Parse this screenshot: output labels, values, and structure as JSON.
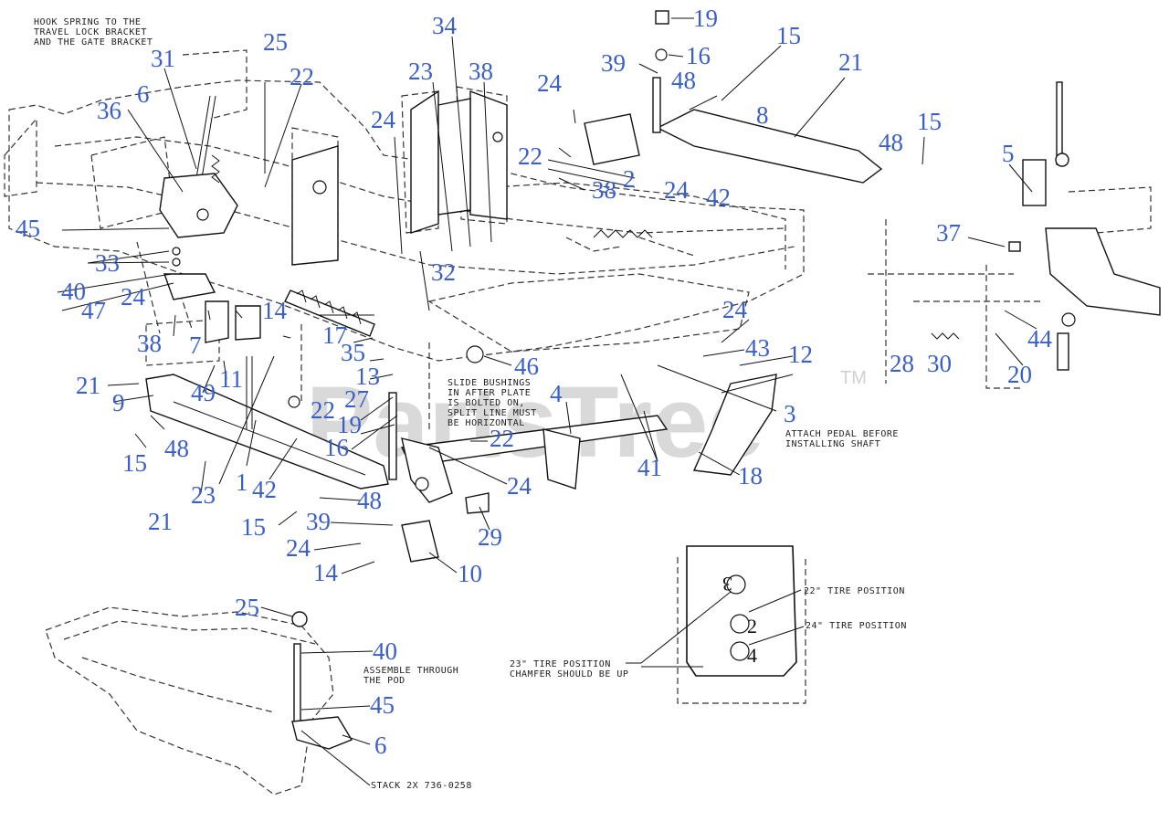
{
  "watermark": {
    "text": "PartsTree",
    "tm": "TM"
  },
  "notes": {
    "hook_spring_1": "HOOK SPRING TO THE",
    "hook_spring_2": "TRAVEL LOCK BRACKET",
    "hook_spring_3": "AND THE GATE BRACKET",
    "slide_1": "SLIDE BUSHINGS",
    "slide_2": "IN AFTER PLATE",
    "slide_3": "IS BOLTED ON,",
    "slide_4": "SPLIT LINE MUST",
    "slide_5": "BE HORIZONTAL",
    "attach_1": "ATTACH PEDAL BEFORE",
    "attach_2": "INSTALLING SHAFT",
    "assemble_1": "ASSEMBLE THROUGH",
    "assemble_2": "THE POD",
    "stack": "STACK 2X 736-0258",
    "tire_22": "22\" TIRE POSITION",
    "tire_24": "24\" TIRE POSITION",
    "tire_23_1": "23\" TIRE POSITION",
    "tire_23_2": "CHAMFER SHOULD BE UP",
    "hole_3": "3",
    "hole_2": "2",
    "hole_4": "4"
  },
  "callouts": [
    {
      "id": "c-19-top",
      "text": "19"
    },
    {
      "id": "c-34",
      "text": "34"
    },
    {
      "id": "c-25-top",
      "text": "25"
    },
    {
      "id": "c-31",
      "text": "31"
    },
    {
      "id": "c-22-a",
      "text": "22"
    },
    {
      "id": "c-23-a",
      "text": "23"
    },
    {
      "id": "c-38-a",
      "text": "38"
    },
    {
      "id": "c-39-a",
      "text": "39"
    },
    {
      "id": "c-16-a",
      "text": "16"
    },
    {
      "id": "c-15-a",
      "text": "15"
    },
    {
      "id": "c-21-a",
      "text": "21"
    },
    {
      "id": "c-6-a",
      "text": "6"
    },
    {
      "id": "c-36",
      "text": "36"
    },
    {
      "id": "c-24-a",
      "text": "24"
    },
    {
      "id": "c-48-a",
      "text": "48"
    },
    {
      "id": "c-24-b",
      "text": "24"
    },
    {
      "id": "c-8",
      "text": "8"
    },
    {
      "id": "c-15-b",
      "text": "15"
    },
    {
      "id": "c-48-b",
      "text": "48"
    },
    {
      "id": "c-22-b",
      "text": "22"
    },
    {
      "id": "c-2",
      "text": "2"
    },
    {
      "id": "c-38-b",
      "text": "38"
    },
    {
      "id": "c-24-c",
      "text": "24"
    },
    {
      "id": "c-42-a",
      "text": "42"
    },
    {
      "id": "c-5",
      "text": "5"
    },
    {
      "id": "c-45-a",
      "text": "45"
    },
    {
      "id": "c-37",
      "text": "37"
    },
    {
      "id": "c-33",
      "text": "33"
    },
    {
      "id": "c-32",
      "text": "32"
    },
    {
      "id": "c-40-a",
      "text": "40"
    },
    {
      "id": "c-24-d",
      "text": "24"
    },
    {
      "id": "c-47",
      "text": "47"
    },
    {
      "id": "c-44",
      "text": "44"
    },
    {
      "id": "c-14-a",
      "text": "14"
    },
    {
      "id": "c-38-c",
      "text": "38"
    },
    {
      "id": "c-7",
      "text": "7"
    },
    {
      "id": "c-17",
      "text": "17"
    },
    {
      "id": "c-24-e",
      "text": "24"
    },
    {
      "id": "c-43",
      "text": "43"
    },
    {
      "id": "c-35",
      "text": "35"
    },
    {
      "id": "c-12",
      "text": "12"
    },
    {
      "id": "c-28",
      "text": "28"
    },
    {
      "id": "c-30",
      "text": "30"
    },
    {
      "id": "c-20",
      "text": "20"
    },
    {
      "id": "c-21-b",
      "text": "21"
    },
    {
      "id": "c-49",
      "text": "49"
    },
    {
      "id": "c-11",
      "text": "11"
    },
    {
      "id": "c-13",
      "text": "13"
    },
    {
      "id": "c-27",
      "text": "27"
    },
    {
      "id": "c-46",
      "text": "46"
    },
    {
      "id": "c-9",
      "text": "9"
    },
    {
      "id": "c-22-c",
      "text": "22"
    },
    {
      "id": "c-4",
      "text": "4"
    },
    {
      "id": "c-19-b",
      "text": "19"
    },
    {
      "id": "c-3",
      "text": "3"
    },
    {
      "id": "c-16-b",
      "text": "16"
    },
    {
      "id": "c-22-d",
      "text": "22"
    },
    {
      "id": "c-15-c",
      "text": "15"
    },
    {
      "id": "c-48-c",
      "text": "48"
    },
    {
      "id": "c-41",
      "text": "41"
    },
    {
      "id": "c-18",
      "text": "18"
    },
    {
      "id": "c-24-f",
      "text": "24"
    },
    {
      "id": "c-1",
      "text": "1"
    },
    {
      "id": "c-23-b",
      "text": "23"
    },
    {
      "id": "c-42-b",
      "text": "42"
    },
    {
      "id": "c-21-c",
      "text": "21"
    },
    {
      "id": "c-48-d",
      "text": "48"
    },
    {
      "id": "c-15-d",
      "text": "15"
    },
    {
      "id": "c-39-b",
      "text": "39"
    },
    {
      "id": "c-29",
      "text": "29"
    },
    {
      "id": "c-24-g",
      "text": "24"
    },
    {
      "id": "c-14-b",
      "text": "14"
    },
    {
      "id": "c-10",
      "text": "10"
    },
    {
      "id": "c-25-b",
      "text": "25"
    },
    {
      "id": "c-40-b",
      "text": "40"
    },
    {
      "id": "c-45-b",
      "text": "45"
    },
    {
      "id": "c-6-b",
      "text": "6"
    }
  ]
}
